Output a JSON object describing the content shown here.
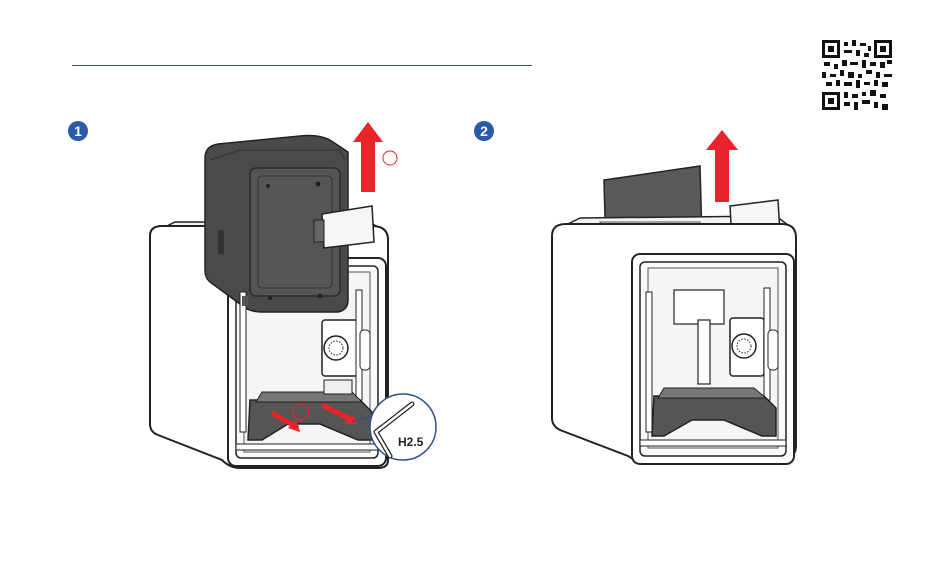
{
  "steps": [
    {
      "number": "1"
    },
    {
      "number": "2"
    }
  ],
  "tool": {
    "label": "H2.5"
  },
  "colors": {
    "accent": "#2b5aa8",
    "arrow": "#e8232a",
    "rule": "#2f4f8f",
    "device_dark": "#4a4a4a",
    "device_outline": "#222222"
  },
  "icons": [
    "qr-code-icon",
    "up-arrow-icon",
    "hex-key-icon"
  ]
}
